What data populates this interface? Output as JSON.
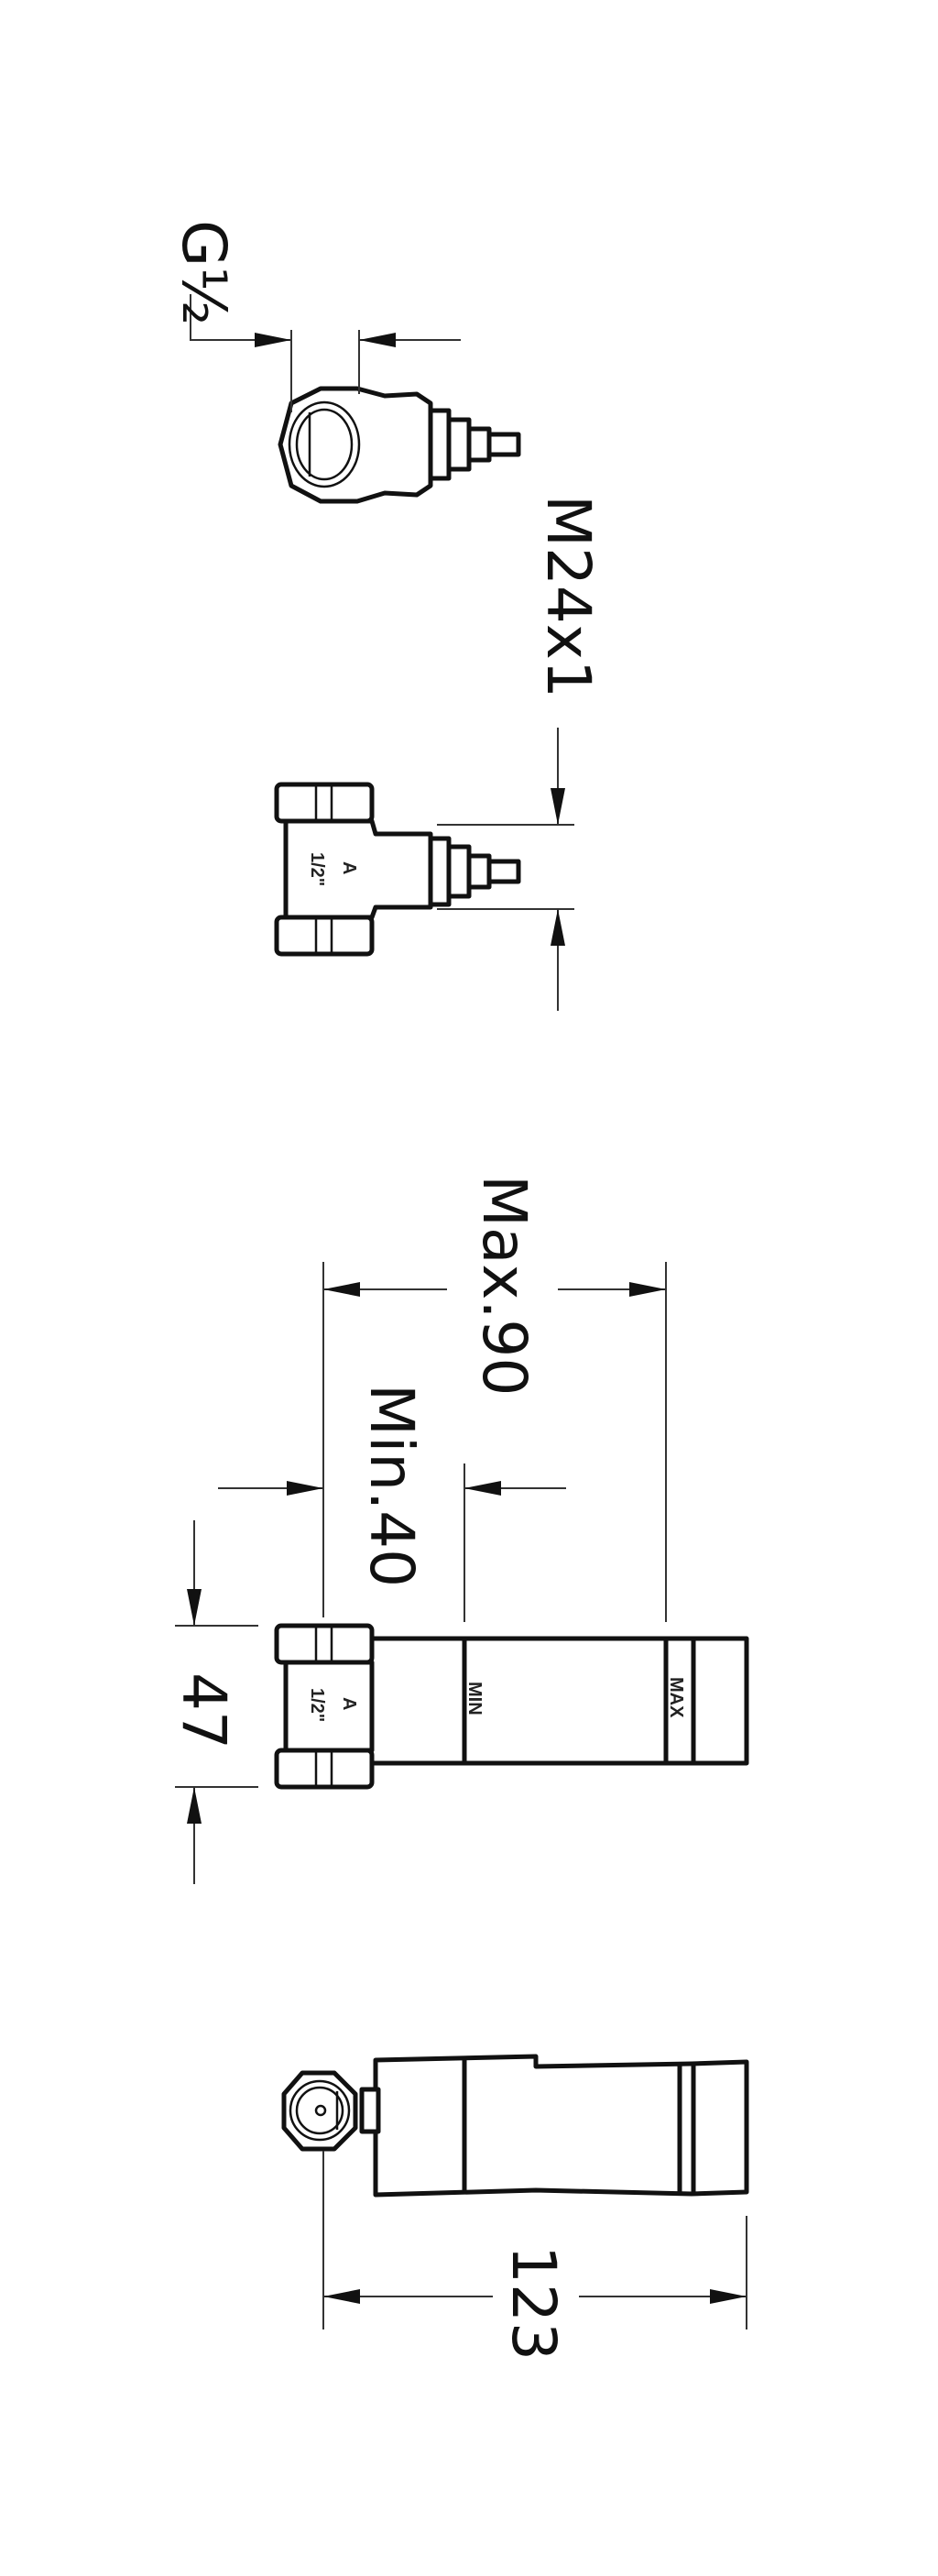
{
  "drawing": {
    "dimensions": {
      "thread_inlet": "G½",
      "spindle_thread": "M24x1",
      "max_depth": "Max.90",
      "min_depth": "Min.40",
      "body_width": "47",
      "overall_length": "123"
    },
    "markings": {
      "size": "1/2\"",
      "flow_arrow": "A",
      "sleeve_min": "MIN",
      "sleeve_max": "MAX"
    }
  }
}
